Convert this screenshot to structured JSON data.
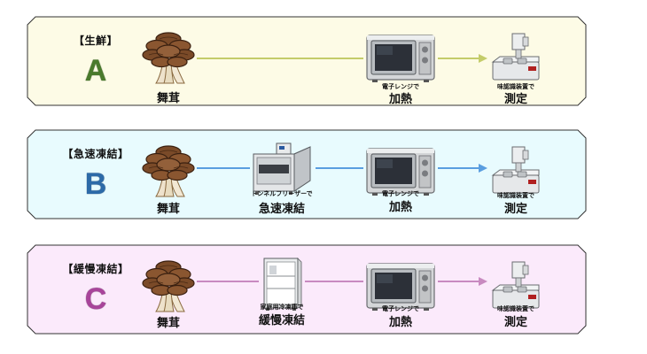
{
  "rows": [
    {
      "label": "【生鮮】",
      "letter": "A",
      "colors": {
        "bg": "#fdfbe6",
        "arrow": "#c4cc6a"
      },
      "steps": [
        {
          "icon": "maitake-mushroom-icon",
          "sub": "",
          "main": "舞茸"
        },
        {
          "icon": "microwave-oven-icon",
          "sub": "電子レンジで",
          "main": "加熱"
        },
        {
          "icon": "taste-sensor-device-icon",
          "sub": "味認識装置で",
          "main": "測定"
        }
      ]
    },
    {
      "label": "【急速凍結】",
      "letter": "B",
      "colors": {
        "bg": "#e8fbfe",
        "arrow": "#5a9ee0"
      },
      "steps": [
        {
          "icon": "maitake-mushroom-icon",
          "sub": "",
          "main": "舞茸"
        },
        {
          "icon": "tunnel-freezer-icon",
          "sub": "トンネルフリーザーで",
          "main": "急速凍結"
        },
        {
          "icon": "microwave-oven-icon",
          "sub": "電子レンジで",
          "main": "加熱"
        },
        {
          "icon": "taste-sensor-device-icon",
          "sub": "味認識装置で",
          "main": "測定"
        }
      ]
    },
    {
      "label": "【緩慢凍結】",
      "letter": "C",
      "colors": {
        "bg": "#fbeafb",
        "arrow": "#c88ac0"
      },
      "steps": [
        {
          "icon": "maitake-mushroom-icon",
          "sub": "",
          "main": "舞茸"
        },
        {
          "icon": "household-freezer-icon",
          "sub": "家庭用冷凍庫で",
          "main": "緩慢凍結"
        },
        {
          "icon": "microwave-oven-icon",
          "sub": "電子レンジで",
          "main": "加熱"
        },
        {
          "icon": "taste-sensor-device-icon",
          "sub": "味認識装置で",
          "main": "測定"
        }
      ]
    }
  ]
}
